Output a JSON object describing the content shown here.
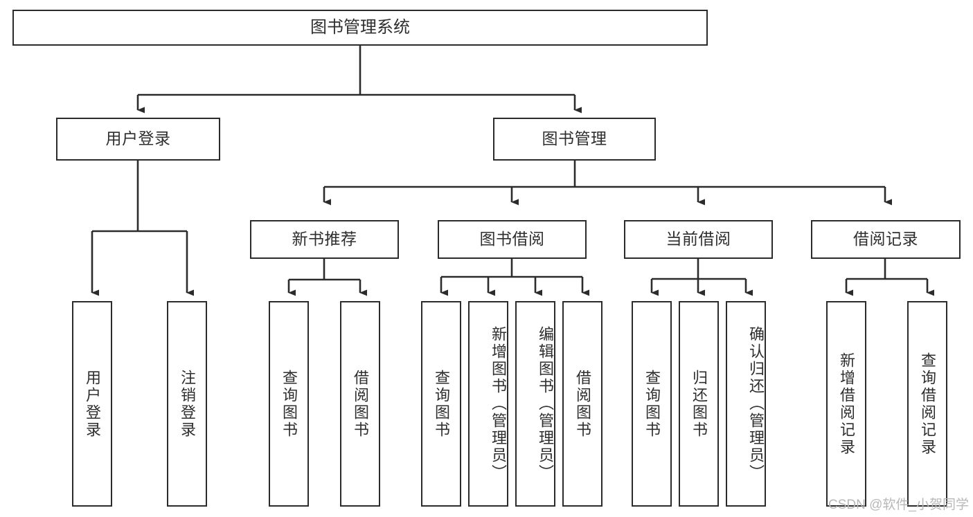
{
  "diagram": {
    "type": "tree-hierarchy",
    "root": {
      "id": "root",
      "label": "图书管理系统"
    },
    "level2": [
      {
        "id": "user-login",
        "label": "用户登录"
      },
      {
        "id": "book-management",
        "label": "图书管理"
      }
    ],
    "level3": [
      {
        "id": "new-book-recommend",
        "label": "新书推荐"
      },
      {
        "id": "book-borrow",
        "label": "图书借阅"
      },
      {
        "id": "current-borrow",
        "label": "当前借阅"
      },
      {
        "id": "borrow-record",
        "label": "借阅记录"
      }
    ],
    "leaves": {
      "user_login": [
        {
          "id": "leaf-user-login",
          "label": "用户登录"
        },
        {
          "id": "leaf-logout-login",
          "label": "注销登录"
        }
      ],
      "new_book_recommend": [
        {
          "id": "leaf-query-book-1",
          "label": "查询图书"
        },
        {
          "id": "leaf-borrow-book-1",
          "label": "借阅图书"
        }
      ],
      "book_borrow": [
        {
          "id": "leaf-query-book-2",
          "label": "查询图书"
        },
        {
          "id": "leaf-add-book",
          "label": "新增图书（管理员）"
        },
        {
          "id": "leaf-edit-book",
          "label": "编辑图书（管理员）"
        },
        {
          "id": "leaf-borrow-book-2",
          "label": "借阅图书"
        }
      ],
      "current_borrow": [
        {
          "id": "leaf-query-book-3",
          "label": "查询图书"
        },
        {
          "id": "leaf-return-book",
          "label": "归还图书"
        },
        {
          "id": "leaf-confirm-return",
          "label": "确认归还（管理员）"
        }
      ],
      "borrow_record": [
        {
          "id": "leaf-add-record",
          "label": "新增借阅记录"
        },
        {
          "id": "leaf-query-record",
          "label": "查询借阅记录"
        }
      ]
    }
  },
  "watermark": {
    "text": "CSDN @软件_小贺同学"
  },
  "colors": {
    "box_border": "#2b2b2b",
    "box_fill": "#ffffff",
    "connector": "#2b2b2b",
    "text": "#2e2e2e",
    "watermark": "#b8b8b8",
    "background": "#ffffff"
  }
}
